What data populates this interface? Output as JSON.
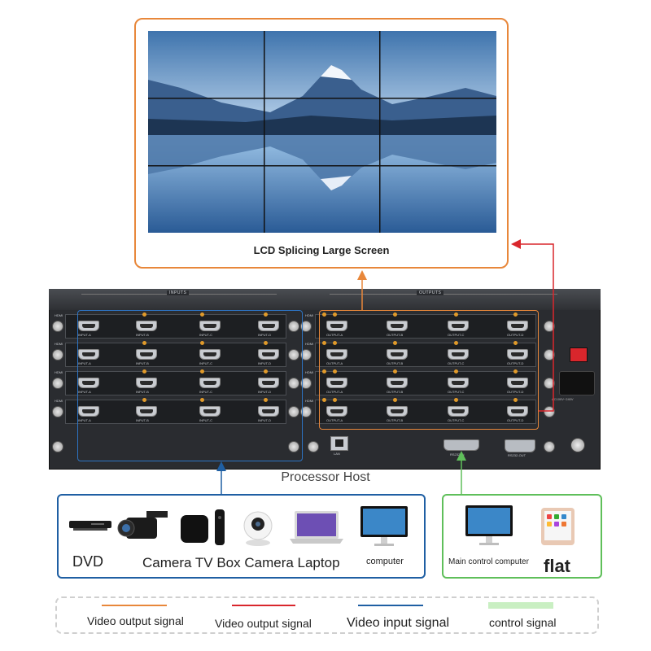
{
  "screen": {
    "label": "LCD Splicing Large Screen"
  },
  "host": {
    "label": "Processor Host",
    "inputs_strip": "INPUTS",
    "outputs_strip": "OUTPUTS",
    "hdmi_tag": "HDMI",
    "input_ports": [
      "INPUT-A",
      "INPUT-B",
      "INPUT-C",
      "INPUT-D"
    ],
    "output_ports": [
      "OUTPUT-A",
      "OUTPUT-B",
      "OUTPUT-C",
      "OUTPUT-D"
    ],
    "lan_label": "LAN",
    "rs232_in_label": "RS232-IN",
    "rs232_out_label": "RS232-OUT",
    "power_label": "AC100V~240V"
  },
  "input_devices": {
    "dvd": "DVD",
    "group_label": "Camera TV Box Camera Laptop",
    "computer": "computer"
  },
  "control_devices": {
    "main_computer": "Main control computer",
    "flat": "flat"
  },
  "legend": [
    {
      "label": "Video output signal",
      "color": "#e8873a"
    },
    {
      "label": "Video output signal",
      "color": "#d9262c"
    },
    {
      "label": "Video input signal",
      "color": "#1f5fa3"
    },
    {
      "label": "control signal",
      "color": "#c9efc2"
    }
  ],
  "colors": {
    "orange": "#e8873a",
    "red": "#d9262c",
    "blue": "#1f5fa3",
    "green": "#5fbf5a"
  }
}
